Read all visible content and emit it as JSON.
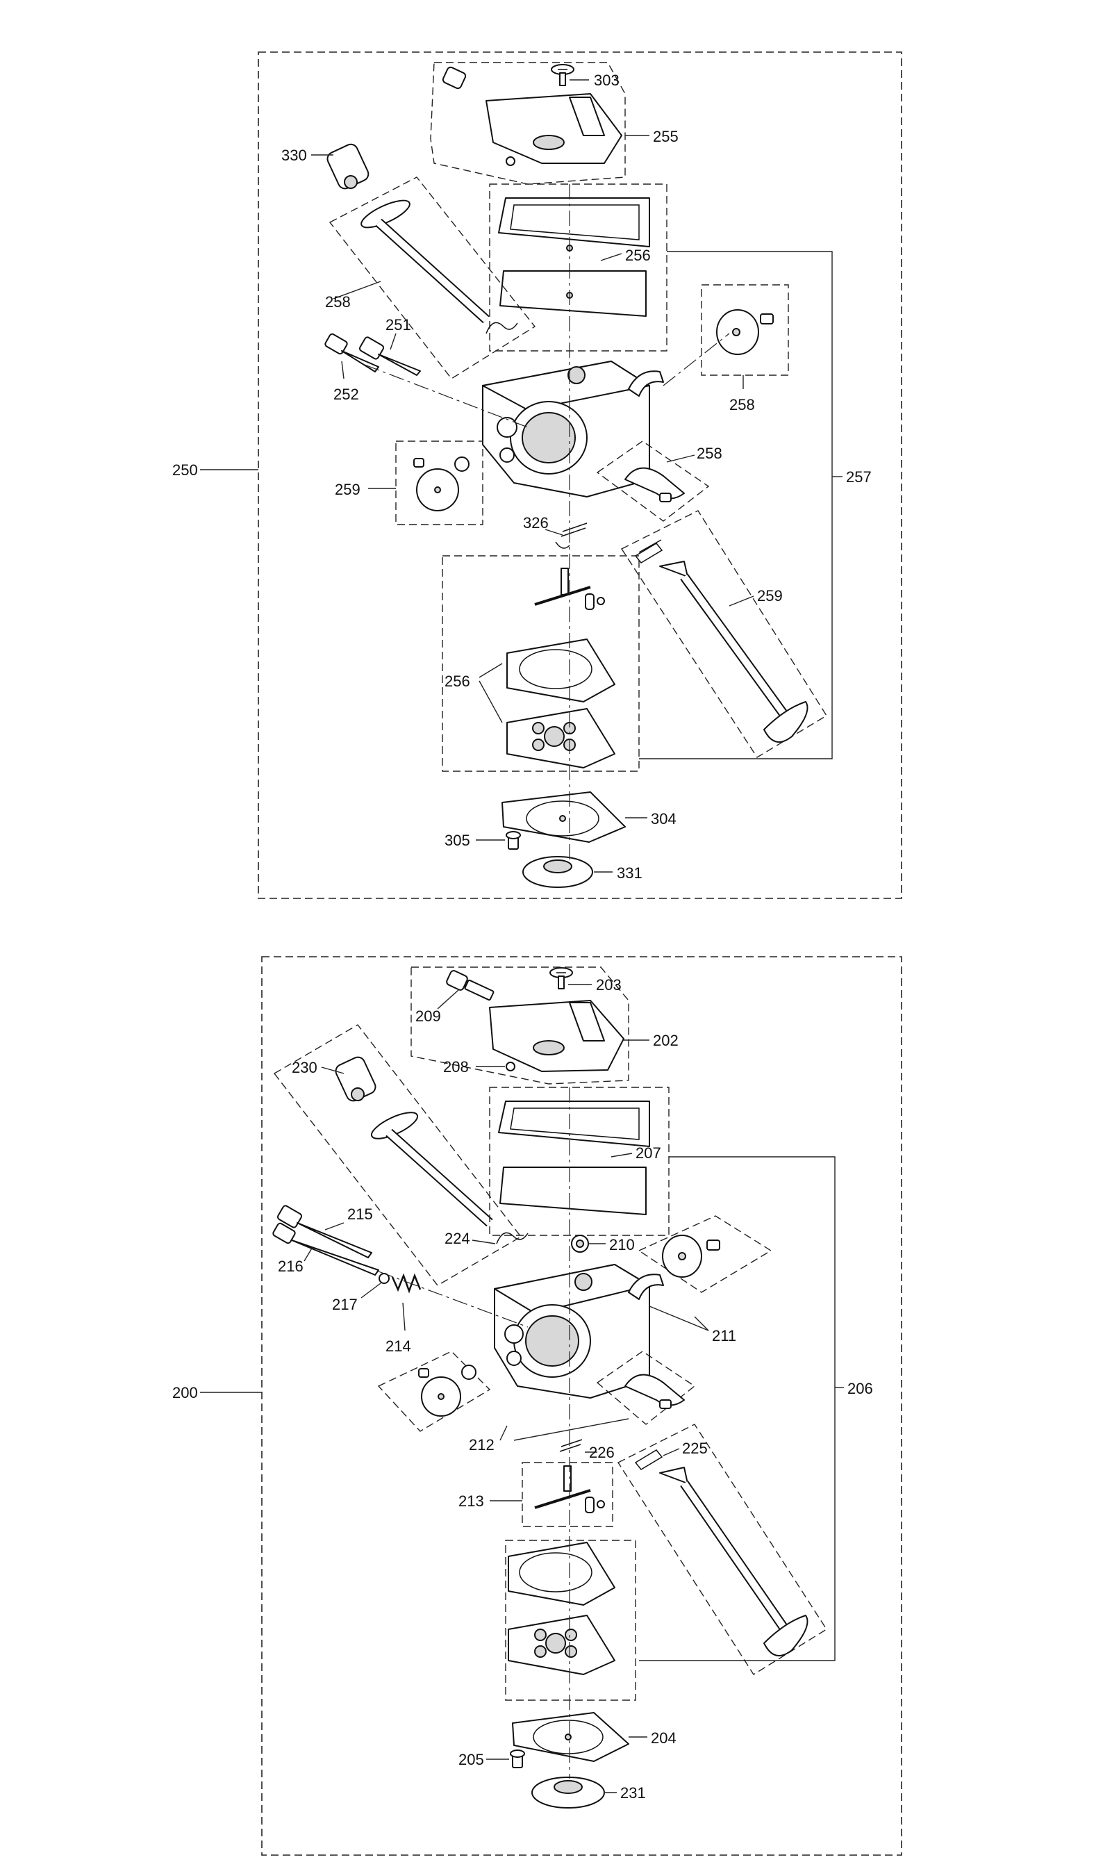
{
  "upper_assembly": {
    "assembly_label": "250",
    "labels": {
      "p303": "303",
      "p255": "255",
      "p330": "330",
      "p256_top": "256",
      "p258_choke": "258",
      "p251": "251",
      "p252": "252",
      "p258_disc": "258",
      "p257": "257",
      "p258_lever": "258",
      "p259_disc": "259",
      "p326": "326",
      "p259_shaft": "259",
      "p256_bottom": "256",
      "p304": "304",
      "p305": "305",
      "p331": "331"
    }
  },
  "lower_assembly": {
    "assembly_label": "200",
    "labels": {
      "p203": "203",
      "p209": "209",
      "p202": "202",
      "p208": "208",
      "p230": "230",
      "p207": "207",
      "p215": "215",
      "p216": "216",
      "p224": "224",
      "p210": "210",
      "p217": "217",
      "p211": "211",
      "p214": "214",
      "p206": "206",
      "p212": "212",
      "p226": "226",
      "p225": "225",
      "p213": "213",
      "p204": "204",
      "p205": "205",
      "p231": "231"
    }
  }
}
